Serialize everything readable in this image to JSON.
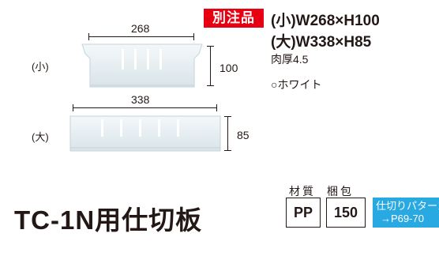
{
  "dimensions": {
    "small_width": "268",
    "small_height": "100",
    "large_width": "338",
    "large_height": "85"
  },
  "labels": {
    "small": "(小)",
    "large": "(大)"
  },
  "badge": "別注品",
  "specs": {
    "small": "(小)W268×H100",
    "large": "(大)W338×H85",
    "thickness": "肉厚4.5",
    "color": "○ホワイト"
  },
  "product_title": "TC-1N用仕切板",
  "attributes": {
    "material_label": "材質",
    "packing_label": "梱包",
    "material": "PP",
    "packing": "150"
  },
  "pattern_ref": {
    "line1": "仕切りパターン",
    "line2": "→P69-70"
  },
  "colors": {
    "accent_red": "#e60012",
    "accent_blue": "#29a9e1",
    "text": "#231815",
    "panel": "#e8eff2"
  }
}
